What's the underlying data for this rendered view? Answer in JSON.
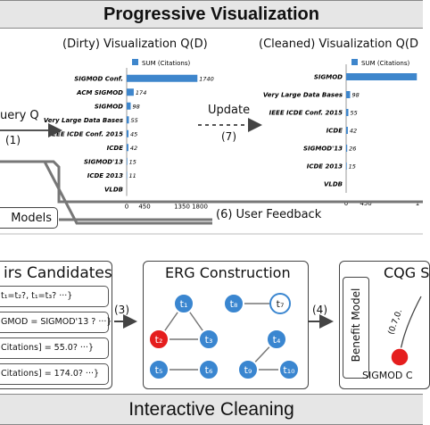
{
  "top_title": "Progressive Visualization",
  "bottom_title": "Interactive  Cleaning",
  "query_label": "uery Q",
  "step1": "(1)",
  "update_label": "Update",
  "step7": "(7)",
  "models_label": "Models",
  "feedback_label": "(6)  User Feedback",
  "pairs_title": "irs Candidates",
  "candidates": [
    "t₁=t₂?, t₁=t₃? ···}",
    "GMOD = SIGMOD'13 ? ···}",
    "Citations] = 55.0? ···}",
    "Citations] = 174.0? ···}"
  ],
  "step3": "(3)",
  "erg_title": "ERG Construction",
  "step4": "(4)",
  "cqg_title": "CQG S",
  "benefit_label": "Benefit Model",
  "cqg_bottom": "SIGMOD C",
  "cqg_curve": "(0.7,0.",
  "nodes": {
    "t1": "t₁",
    "t2": "t₂",
    "t3": "t₃",
    "t5": "t₅",
    "t6": "t₆",
    "t8": "t₈",
    "t7": "t₇",
    "t4": "t₄",
    "t9": "t₉",
    "t10": "t₁₀"
  },
  "colors": {
    "node_blue": "#3a86d0",
    "node_red": "#e51e1e",
    "bar": "#3e86cc",
    "banner": "#e6e6e6"
  },
  "chart_data": [
    {
      "type": "bar",
      "orientation": "horizontal",
      "title": "(Dirty) Visualization Q(D)",
      "legend": "SUM (Citations)",
      "categories": [
        "SIGMOD Conf.",
        "ACM SIGMOD",
        "SIGMOD",
        "Very Large Data Bases",
        "IEEE ICDE Conf. 2015",
        "ICDE",
        "SIGMOD'13",
        "ICDE 2013",
        "VLDB"
      ],
      "values": [
        1740,
        174,
        98,
        55,
        45,
        42,
        15,
        11,
        0
      ],
      "value_labels": [
        "1740",
        "174",
        "98",
        "55",
        "45",
        "42",
        "15",
        "11",
        ""
      ],
      "xticks": [
        "0",
        "450",
        "1350",
        "1800"
      ],
      "xlim": [
        0,
        1800
      ]
    },
    {
      "type": "bar",
      "orientation": "horizontal",
      "title": "(Cleaned) Visualization Q(D",
      "legend": "SUM (Citations)",
      "categories": [
        "SIGMOD",
        "Very Large Data Bases",
        "IEEE ICDE Conf. 2015",
        "ICDE",
        "SIGMOD'13",
        "ICDE 2013",
        "VLDB"
      ],
      "values": [
        1740,
        98,
        55,
        42,
        26,
        15,
        0
      ],
      "value_labels": [
        "",
        "98",
        "55",
        "42",
        "26",
        "15",
        ""
      ],
      "xticks": [
        "0",
        "450",
        "1"
      ],
      "xlim": [
        0,
        1800
      ]
    }
  ]
}
